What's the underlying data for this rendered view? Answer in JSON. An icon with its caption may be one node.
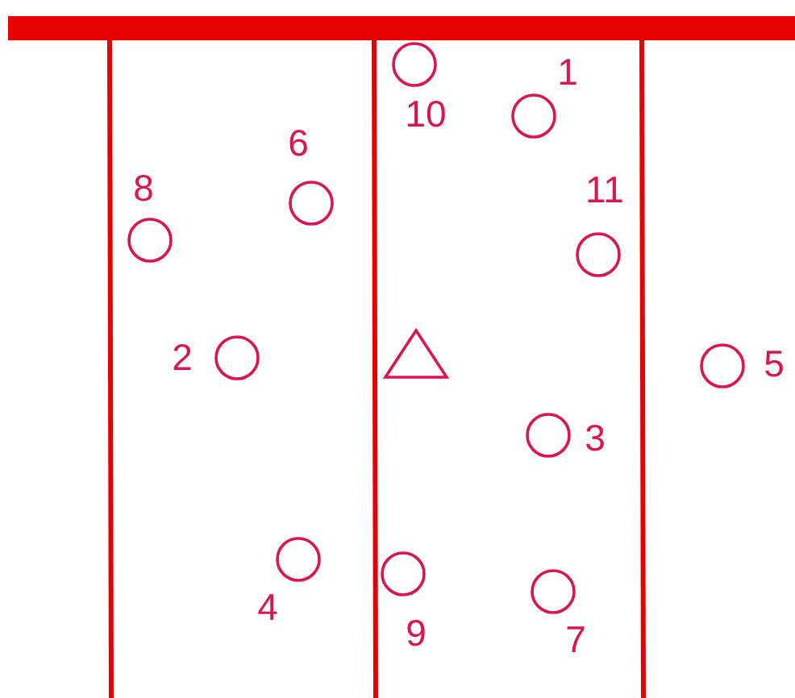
{
  "diagram": {
    "nodes": [
      {
        "text": [],
        "shape": "circle",
        "beside": [
          "10"
        ]
      },
      {
        "text": [],
        "shape": "circle",
        "beside": [
          "1"
        ]
      },
      {
        "text": [],
        "shape": "circle",
        "beside": [
          "6"
        ]
      },
      {
        "text": [],
        "shape": "circle",
        "beside": [
          "8"
        ]
      },
      {
        "text": [],
        "shape": "circle",
        "beside": [
          "11"
        ]
      },
      {
        "text": [],
        "shape": "circle",
        "beside": [
          "2"
        ]
      },
      {
        "text": [],
        "shape": "triangle"
      },
      {
        "text": [],
        "shape": "circle",
        "beside": [
          "5"
        ]
      },
      {
        "text": [],
        "shape": "circle",
        "beside": [
          "3"
        ]
      },
      {
        "text": [],
        "shape": "circle",
        "beside": [
          "4"
        ]
      },
      {
        "text": [],
        "shape": "circle",
        "beside": [
          "9"
        ]
      },
      {
        "text": [],
        "shape": "circle",
        "beside": [
          "7"
        ]
      }
    ]
  }
}
